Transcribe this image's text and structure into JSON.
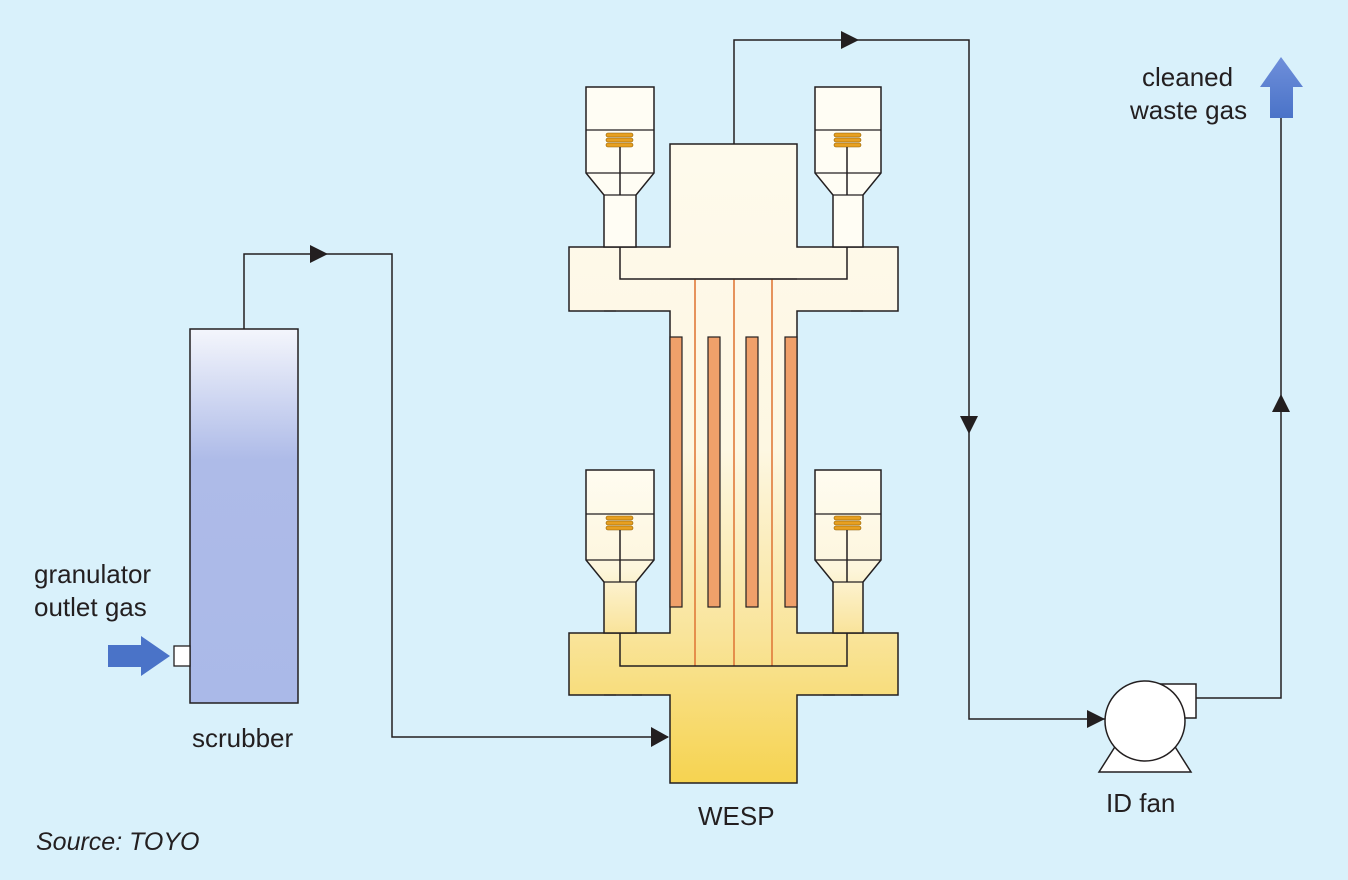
{
  "labels": {
    "granulator_line1": "granulator",
    "granulator_line2": "outlet gas",
    "scrubber": "scrubber",
    "wesp": "WESP",
    "id_fan": "ID fan",
    "cleaned_line1": "cleaned",
    "cleaned_line2": "waste gas",
    "source": "Source: TOYO"
  },
  "colors": {
    "background": "#d9f1fb",
    "inlet_arrow": "#4a73c8",
    "scrubber_fill": "#aab9e8",
    "wesp_hot": "#f7d455",
    "electrode": "#f0a06a",
    "line": "#231f20"
  }
}
